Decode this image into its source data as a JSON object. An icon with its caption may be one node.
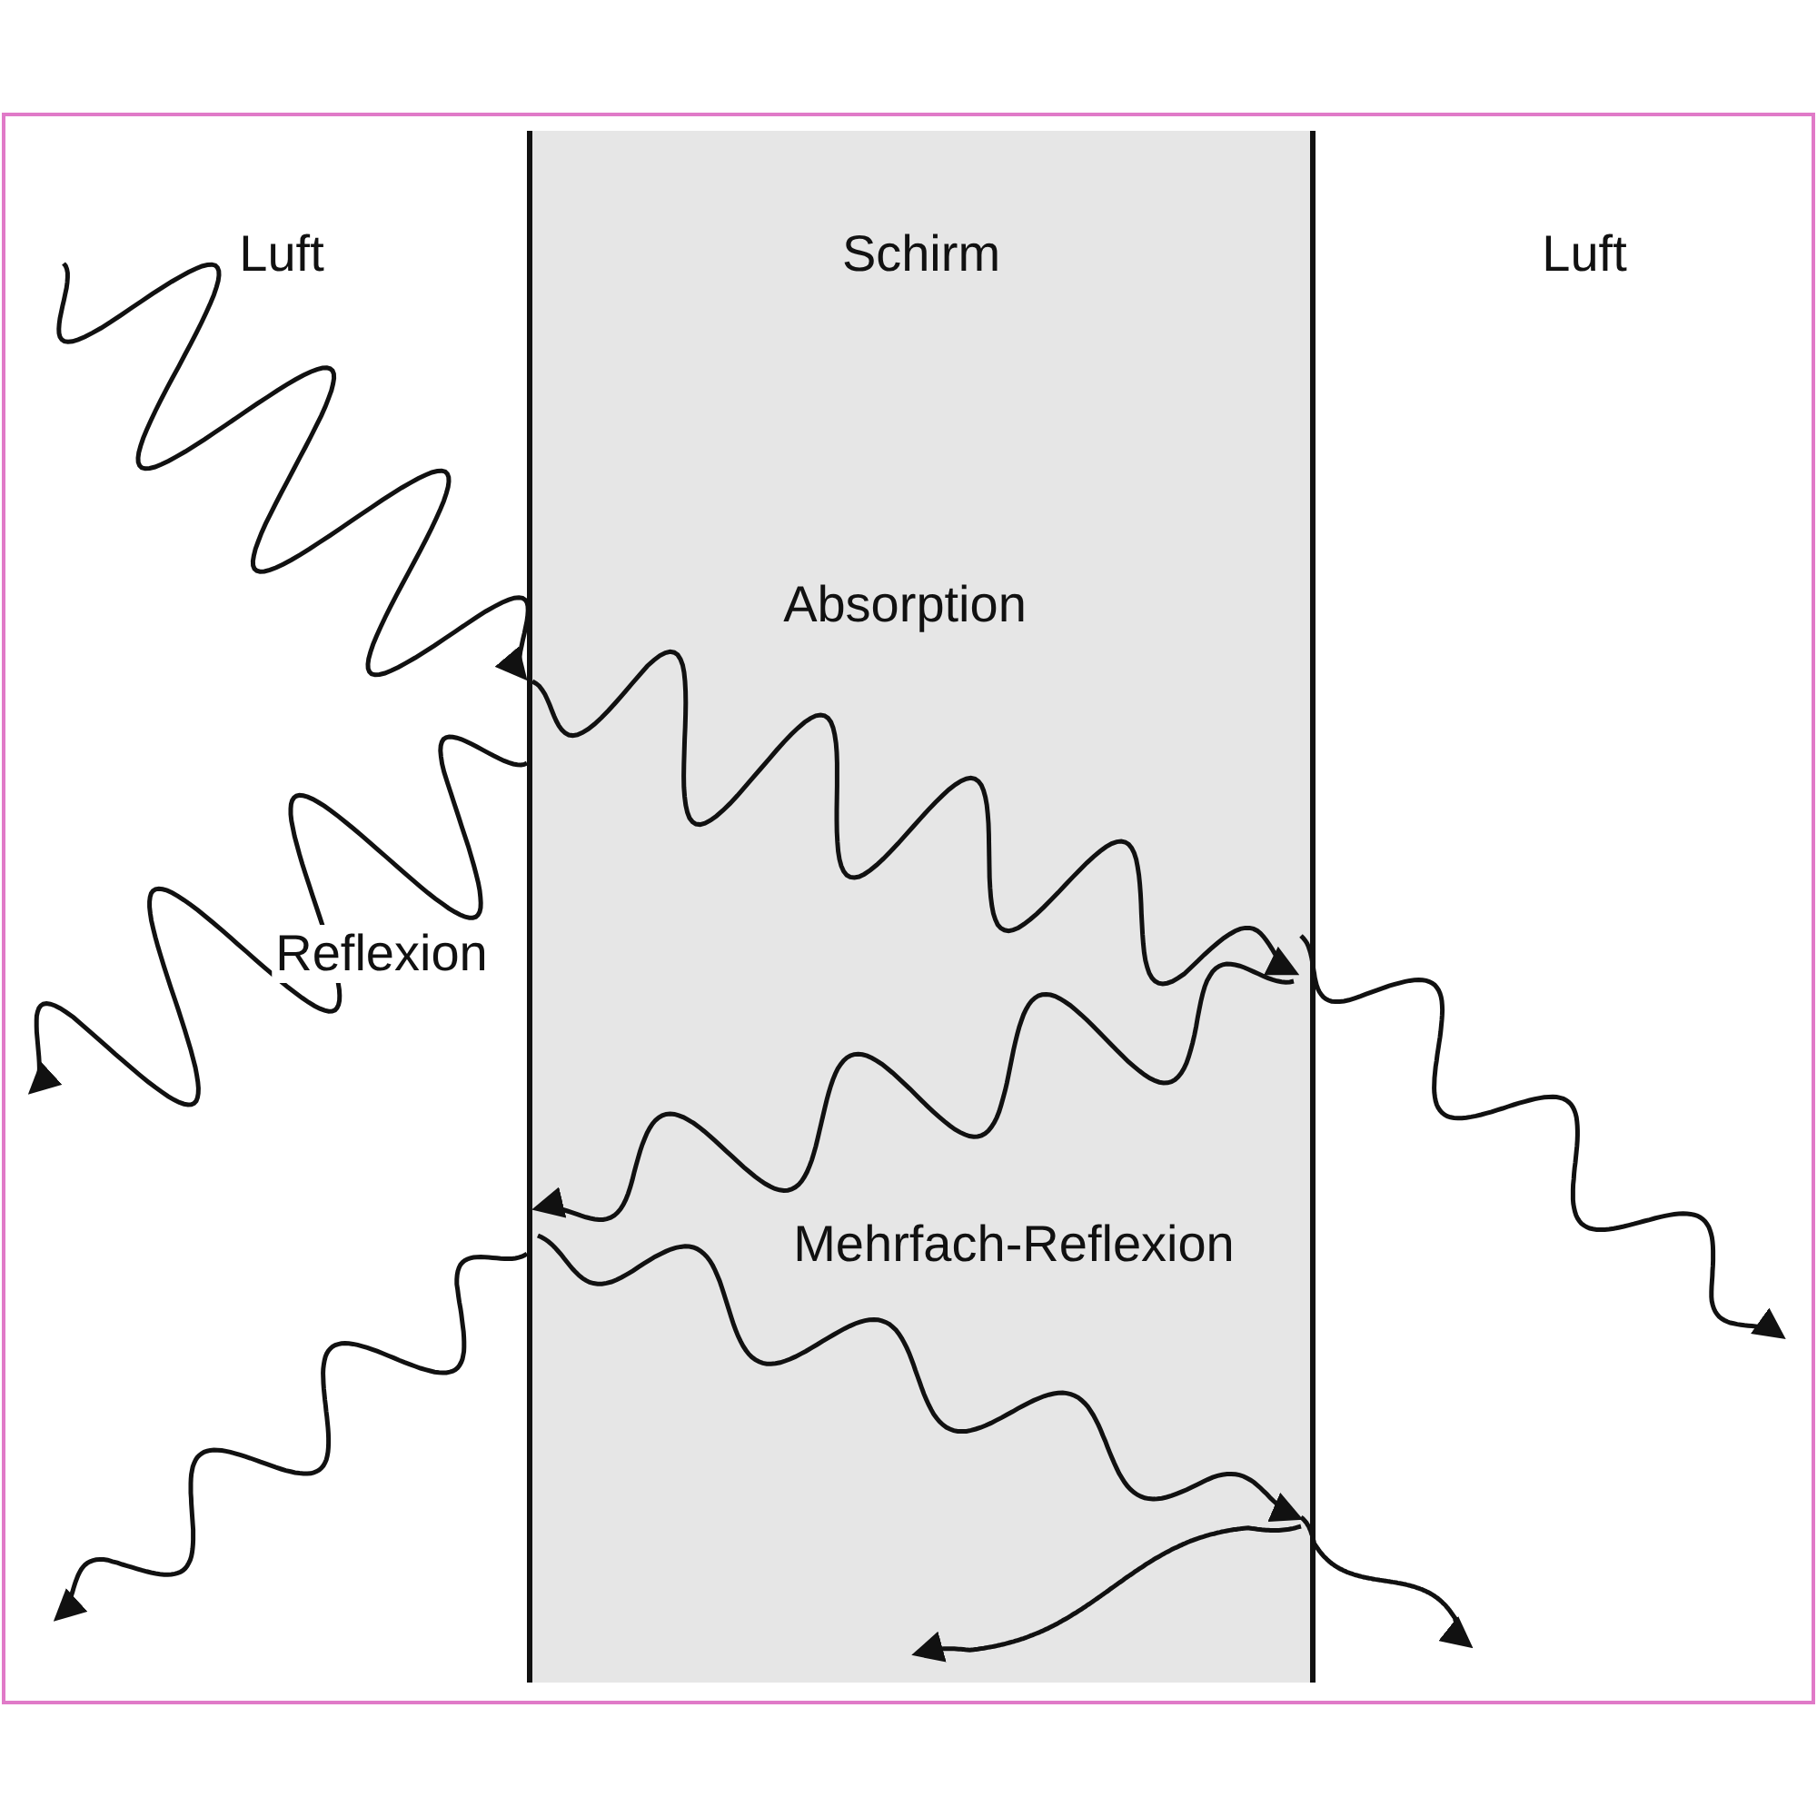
{
  "diagram": {
    "nodes": [
      {
        "text": [
          "Schirm"
        ]
      }
    ],
    "labels": [
      "Luft",
      "Luft",
      "Absorption",
      "Reflexion",
      "Mehrfach-Reflexion"
    ]
  }
}
